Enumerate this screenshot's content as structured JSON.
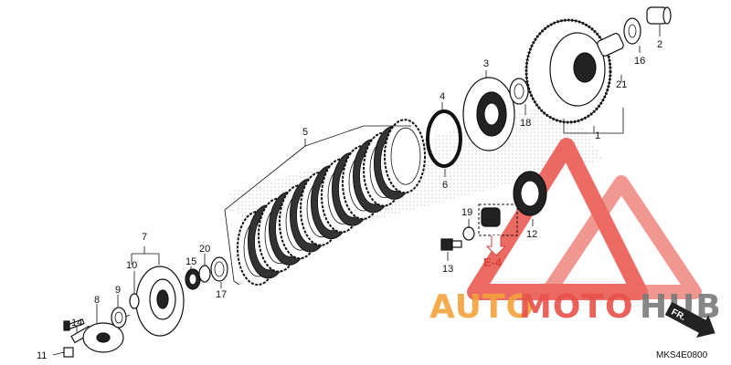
{
  "diagram": {
    "callouts": [
      "1",
      "2",
      "3",
      "4",
      "5",
      "6",
      "7",
      "8",
      "9",
      "10",
      "11",
      "12",
      "13",
      "14",
      "15",
      "16",
      "17",
      "18",
      "19",
      "20",
      "21"
    ],
    "reference_label": "E-4",
    "diagram_code": "MKS4E0800",
    "direction_label": "FR.",
    "colors": {
      "watermark_red": "#e8524a",
      "watermark_orange": "#f2a23a",
      "watermark_gray": "#7a7a7a",
      "ink": "#111111"
    }
  },
  "watermark": {
    "part1": "AUTO",
    "part2": "MOTO",
    "part3": "HUB",
    "logo": "triangle-logo"
  }
}
